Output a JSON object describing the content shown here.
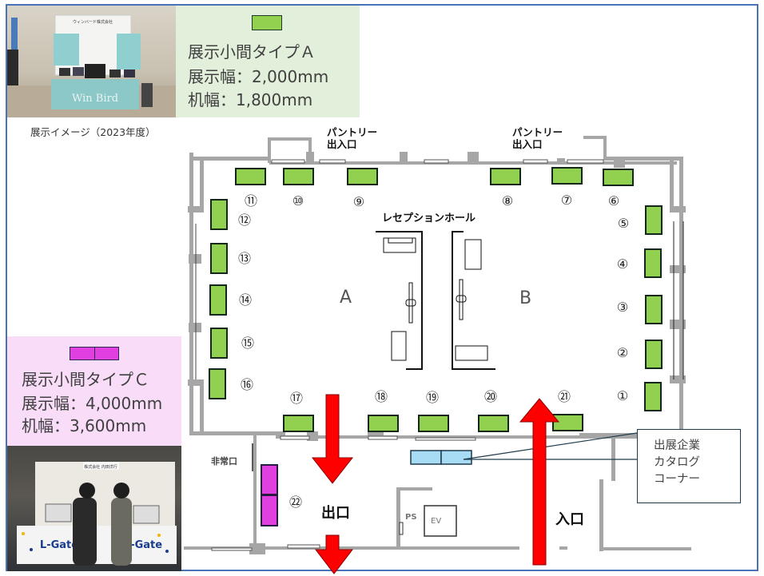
{
  "legend_a": {
    "title": "展示小間タイプＡ",
    "display_width": "展示幅：2,000mm",
    "desk_width": "机幅：1,800mm",
    "swatch_color": "#92d050"
  },
  "legend_c": {
    "title": "展示小間タイプＣ",
    "display_width": "展示幅：4,000mm",
    "desk_width": "机幅：3,600mm",
    "swatch_color": "#e040e0"
  },
  "photo_a": {
    "caption": "展示イメージ（2023年度）",
    "banner": "Win Bird",
    "sign": "ウィンバード株式会社"
  },
  "photo_c": {
    "banner": "L-Gate",
    "sign": "株式会社 内田洋行"
  },
  "floor_plan": {
    "hall_name": "レセプションホール",
    "room_a": "A",
    "room_b": "B",
    "pantry_left": [
      "パントリー",
      "出入口"
    ],
    "pantry_right": [
      "パントリー",
      "出入口"
    ],
    "emergency_exit": "非常口",
    "exit_label": "出口",
    "entrance_label": "入口",
    "ps_label": "PS",
    "ev_label": "EV",
    "catalog_callout": [
      "出展企業",
      "カタログ",
      "コーナー"
    ],
    "booth_numbers": [
      "①",
      "②",
      "③",
      "④",
      "⑤",
      "⑥",
      "⑦",
      "⑧",
      "⑨",
      "⑩",
      "⑪",
      "⑫",
      "⑬",
      "⑭",
      "⑮",
      "⑯",
      "⑰",
      "⑱",
      "⑲",
      "⑳",
      "㉑",
      "㉒"
    ],
    "colors": {
      "booth_a": "#92d050",
      "booth_c": "#e040e0",
      "catalog": "#a8dcf4",
      "arrow": "#ff0000",
      "wall": "#a6a6a6"
    }
  }
}
